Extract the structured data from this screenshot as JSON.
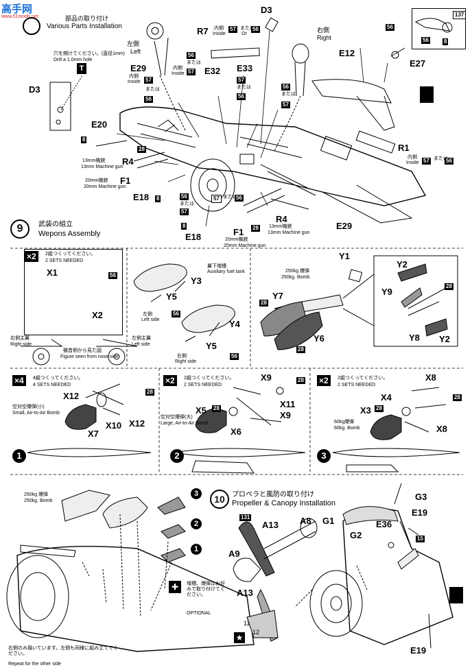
{
  "watermark": {
    "title": "高手网",
    "sub": "www.51modo.net"
  },
  "step8": {
    "title_jp": "部品の取り付け",
    "title_en": "Various Parts Installation"
  },
  "drill": {
    "jp": "穴を開けてください。(直径1mm)",
    "en": "Drill a 1.0mm hole"
  },
  "icon_T": "T",
  "parts8": {
    "D3a": "D3",
    "D3b": "D3",
    "R7": "R7",
    "E12": "E12",
    "E27": "E27",
    "E29a": "E29",
    "E29b": "E29",
    "E32": "E32",
    "E33": "E33",
    "E20": "E20",
    "R4a": "R4",
    "R4b": "R4",
    "F1a": "F1",
    "F1b": "F1",
    "E18a": "E18",
    "E18b": "E18",
    "R1": "R1",
    "n137": "137"
  },
  "side": {
    "left_jp": "左側",
    "left_en": "Left",
    "right_jp": "右側",
    "right_en": "Right"
  },
  "inside": {
    "jp": "内側",
    "en": "Inside"
  },
  "or": {
    "jp": "または",
    "en": "Or"
  },
  "n": {
    "56": "56",
    "57": "57",
    "8": "8",
    "28": "28",
    "15": "15",
    "131": "131",
    "11": "11",
    "12": "12"
  },
  "mg13": {
    "jp": "13mm機銃",
    "en": "13mm Machine gun"
  },
  "mg20": {
    "jp": "20mm機銃",
    "en": "20mm Machine gun"
  },
  "step9": {
    "num": "9",
    "title_jp": "武装の組立",
    "title_en": "Wepons Assembly"
  },
  "sets2": {
    "mult": "×2",
    "jp": "2組つくってください。",
    "en": "2 SETS NEEDED"
  },
  "sets4": {
    "mult": "×4",
    "jp": "4組つくってください。",
    "en": "4 SETS NEEDED"
  },
  "parts9": {
    "X1": "X1",
    "X2": "X2",
    "Y3": "Y3",
    "Y5a": "Y5",
    "Y5b": "Y5",
    "Y4": "Y4",
    "Y1": "Y1",
    "Y7": "Y7",
    "Y6": "Y6",
    "Y2a": "Y2",
    "Y2b": "Y2",
    "Y9": "Y9",
    "Y8": "Y8",
    "X12a": "X12",
    "X12b": "X12",
    "X10": "X10",
    "X7": "X7",
    "X9a": "X9",
    "X9b": "X9",
    "X11": "X11",
    "X5": "X5",
    "X6": "X6",
    "X8a": "X8",
    "X8b": "X8",
    "X4": "X4",
    "X3": "X3"
  },
  "tank": {
    "jp": "翼下増槽",
    "en": "Auxiliary fuel tank"
  },
  "bomb250": {
    "jp": "250kg 爆弾",
    "en": "250kg. Bomb"
  },
  "bomb60": {
    "jp": "60kg爆弾",
    "en": "60kg. Bomb"
  },
  "sideL": {
    "jp": "左側",
    "en": "Left side"
  },
  "sideR": {
    "jp": "右側",
    "en": "Right side"
  },
  "front": {
    "jp": "機首側から見た図",
    "en": "Figure seen from nose side",
    "right_jp": "右側主翼",
    "right_en": "Right side",
    "left_jp": "左側主翼",
    "left_en": "Left side"
  },
  "smallbomb": {
    "jp": "空対空爆弾(小)",
    "en": "Small, Air-to-Air Bomb"
  },
  "largebomb": {
    "jp": "空対空爆弾(大)",
    "en": "Large, Air-to-Air Bomb"
  },
  "circ": {
    "c1": "1",
    "c2": "2",
    "c3": "3"
  },
  "optional": {
    "jp": "増槽、爆弾はお好みで取り付けてください。",
    "en": "OPTIONAL"
  },
  "repeat": {
    "jp": "右側のみ描いています。左側も同様に組み立ててください。",
    "en": "Repeat for the other side"
  },
  "step10": {
    "num": "10",
    "title_jp": "プロペラと風防の取り付け",
    "title_en": "Propeller & Canopy Installation"
  },
  "parts10": {
    "A13a": "A13",
    "A13b": "A13",
    "A8": "A8",
    "A9": "A9",
    "G1": "G1",
    "G2": "G2",
    "G3": "G3",
    "E19a": "E19",
    "E19b": "E19",
    "E36": "E36"
  }
}
